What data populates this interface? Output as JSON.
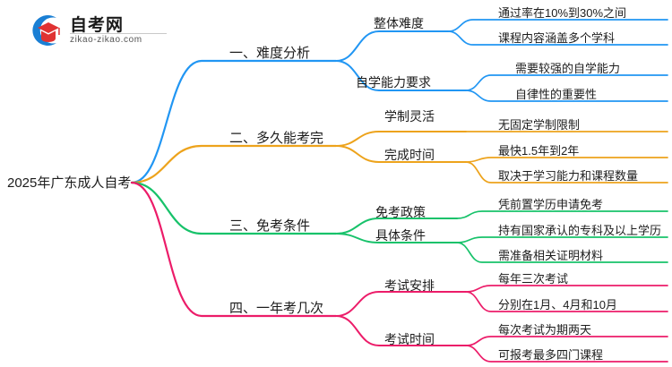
{
  "logo": {
    "name": "zikao-logo",
    "brand_cn": "自考网",
    "brand_url": "zikao-zikao.com",
    "mark_blue": "#1a7fd4",
    "mark_red": "#e03232"
  },
  "mindmap": {
    "root": {
      "label": "2025年广东成人自考"
    },
    "branches": [
      {
        "label": "一、难度分析",
        "color": "#2196f3",
        "children": [
          {
            "label": "整体难度",
            "leaves": [
              {
                "label": "通过率在10%到30%之间"
              },
              {
                "label": "课程内容涵盖多个学科"
              }
            ]
          },
          {
            "label": "自学能力要求",
            "leaves": [
              {
                "label": "需要较强的自学能力"
              },
              {
                "label": "自律性的重要性"
              }
            ]
          }
        ]
      },
      {
        "label": "二、多久能考完",
        "color": "#eda31c",
        "children": [
          {
            "label": "学制灵活",
            "leaves": [
              {
                "label": "无固定学制限制"
              }
            ]
          },
          {
            "label": "完成时间",
            "leaves": [
              {
                "label": "最快1.5年到2年"
              },
              {
                "label": "取决于学习能力和课程数量"
              }
            ]
          }
        ]
      },
      {
        "label": "三、免考条件",
        "color": "#17c26a",
        "children": [
          {
            "label": "免考政策",
            "leaves": [
              {
                "label": "凭前置学历申请免考"
              }
            ]
          },
          {
            "label": "具体条件",
            "leaves": [
              {
                "label": "持有国家承认的专科及以上学历"
              },
              {
                "label": "需准备相关证明材料"
              }
            ]
          }
        ]
      },
      {
        "label": "四、一年考几次",
        "color": "#ec1c69",
        "children": [
          {
            "label": "考试安排",
            "leaves": [
              {
                "label": "每年三次考试"
              },
              {
                "label": "分别在1月、4月和10月"
              }
            ]
          },
          {
            "label": "考试时间",
            "leaves": [
              {
                "label": "每次考试为期两天"
              },
              {
                "label": "可报考最多四门课程"
              }
            ]
          }
        ]
      }
    ]
  }
}
